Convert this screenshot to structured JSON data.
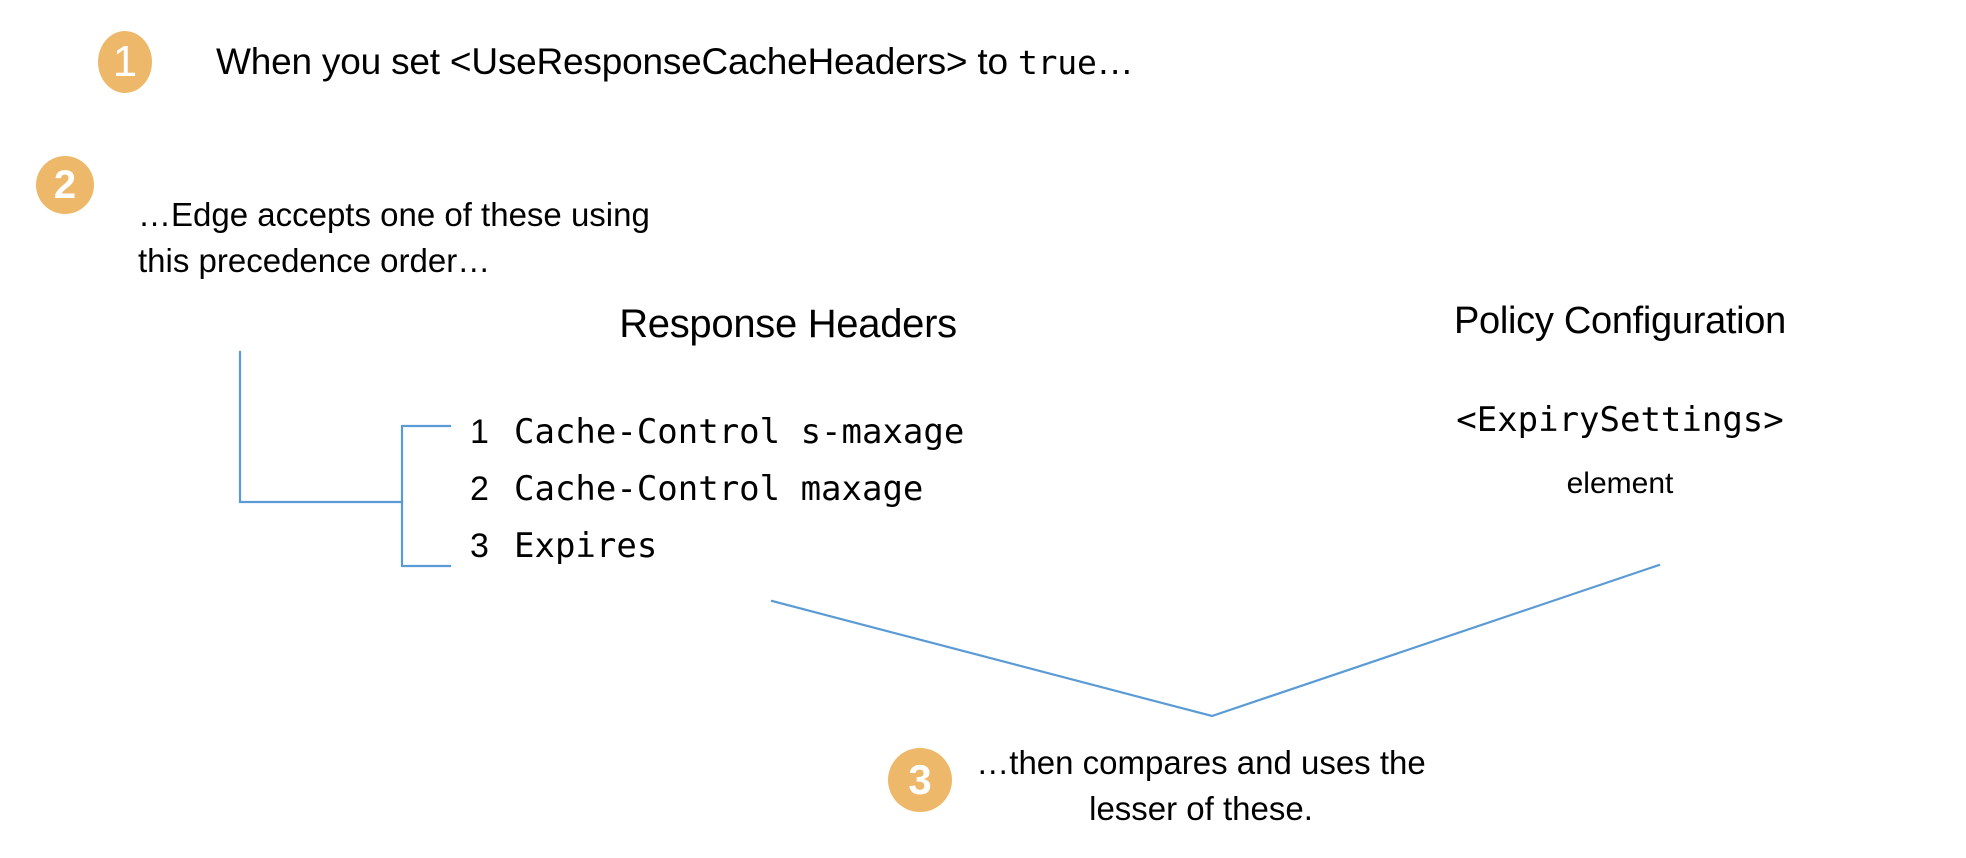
{
  "diagram": {
    "title": "Edge response-cache header precedence",
    "accent_color": "#edb86a",
    "connector_color": "#5b9bd5",
    "text_color": "#000000",
    "background_color": "#ffffff"
  },
  "steps": [
    {
      "number": "1",
      "text_before": "When you set <UseResponseCacheHeaders> to ",
      "code": "true",
      "text_after": "…"
    },
    {
      "number": "2",
      "text": "…Edge accepts one of these using this precedence order…"
    },
    {
      "number": "3",
      "text": "…then compares and uses the lesser of these."
    }
  ],
  "columns": {
    "response_headers": {
      "heading": "Response Headers",
      "items": [
        {
          "rank": "1",
          "label": "Cache-Control s-maxage"
        },
        {
          "rank": "2",
          "label": "Cache-Control maxage"
        },
        {
          "rank": "3",
          "label": "Expires"
        }
      ]
    },
    "policy_configuration": {
      "heading": "Policy Configuration",
      "element_code": "<ExpirySettings>",
      "element_word": "element"
    }
  }
}
